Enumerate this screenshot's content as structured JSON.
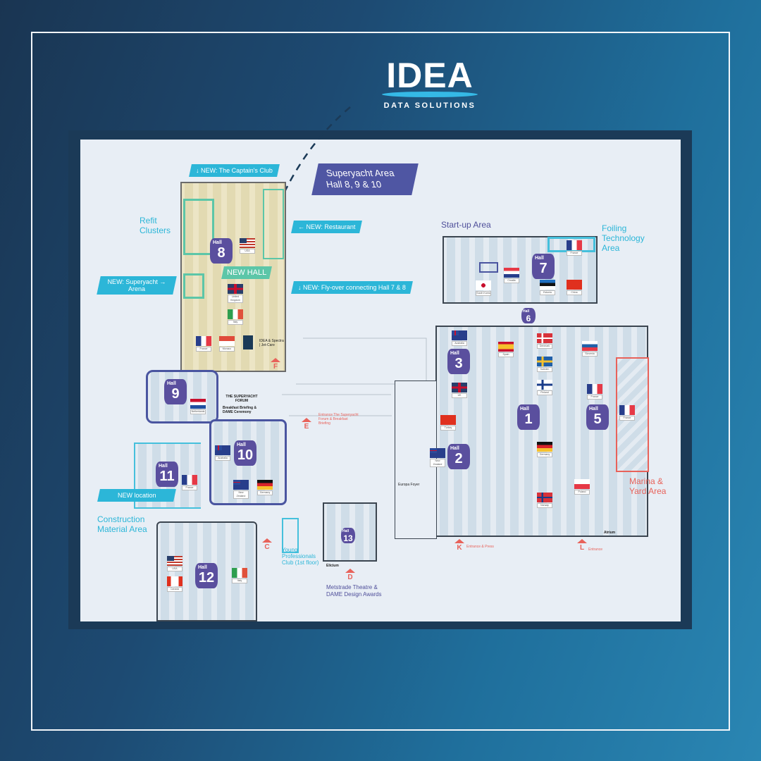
{
  "logo": {
    "title": "IDEA",
    "subtitle": "DATA SOLUTIONS"
  },
  "colors": {
    "hall_badge": "#5a4f9e",
    "tag": "#2cb6d8",
    "marina": "#e8625a",
    "panel": "#1b3a57"
  },
  "tags": {
    "captains_club": "↓ NEW: The Captain's Club",
    "restaurant": "← NEW: Restaurant",
    "superyacht_arena": "NEW: Superyacht → Arena",
    "flyover": "↓ NEW: Fly-over connecting Hall 7 & 8",
    "new_location": "NEW location",
    "new_hall": "NEW HALL"
  },
  "superyacht_area": {
    "line1": "Superyacht Area",
    "line2": "Hall 8, 9 & 10"
  },
  "areas": {
    "refit": "Refit Clusters",
    "startup": "Start-up Area",
    "foiling": "Foiling Technology Area",
    "marina": "Marina & Yard Area",
    "construction": "Construction Material Area",
    "young_prof": "Young Professionals Club (1st floor)",
    "theatre": "Metstrade Theatre & DAME Design Awards"
  },
  "venues": {
    "forum": "THE SUPERYACHT FORUM",
    "forum_sub": "Breakfast Briefing & DAME Ceremony",
    "jetcare": "IDEA & Spectra | Jet-Care",
    "atrium": "Atrium",
    "elicium": "Elicium",
    "europa": "Europa Foyer"
  },
  "entrances": {
    "C": "C",
    "D": "D",
    "E": "E",
    "F": "F",
    "K": "K",
    "L": "L",
    "E_text": "Entrance The Superyacht Forum & Breakfast Briefing",
    "K_text": "Entrance & Press",
    "L_text": "Entrance"
  },
  "hall_label": "Hall",
  "halls": {
    "h1": "1",
    "h2": "2",
    "h3": "3",
    "h5": "5",
    "h6": "6",
    "h7": "7",
    "h8": "8",
    "h9": "9",
    "h10": "10",
    "h11": "11",
    "h12": "12",
    "h13": "13"
  },
  "flags": {
    "h8": [
      "USA",
      "United Kingdom",
      "Italy",
      "France",
      "Monaco"
    ],
    "h7": [
      "France",
      "Croatia",
      "South Korea",
      "Estonia",
      "China"
    ],
    "h3": [
      "Australia",
      "Spain",
      "UK"
    ],
    "h1": [
      "Denmark",
      "Sweden",
      "Finland",
      "Germany",
      "Norway"
    ],
    "h5": [
      "Slovenia",
      "France",
      "Poland",
      "France"
    ],
    "h2": [
      "Turkey",
      "New Zealand"
    ],
    "h9": [
      "Netherlands"
    ],
    "h10": [
      "Australia",
      "New Zealand",
      "Germany"
    ],
    "h11": [
      "France"
    ],
    "h12": [
      "USA",
      "Canada",
      "Italy"
    ]
  }
}
